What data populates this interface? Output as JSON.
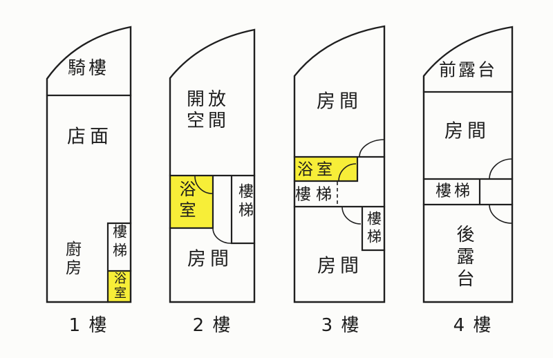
{
  "colors": {
    "background": "#fcfcfa",
    "wall": "#1f1f1f",
    "text": "#1c1c1c",
    "highlight": "#f7ee38"
  },
  "floors": [
    {
      "label": "1 樓",
      "rooms": {
        "arcade": "騎樓",
        "storefront": "店面",
        "kitchen": "廚房",
        "stairs": "樓梯",
        "bathroom": "浴室"
      }
    },
    {
      "label": "2 樓",
      "rooms": {
        "open_space": "開放空間",
        "bathroom": "浴室",
        "stairs": "樓梯",
        "bedroom": "房間"
      }
    },
    {
      "label": "3 樓",
      "rooms": {
        "bedroom_upper": "房間",
        "bathroom": "浴室",
        "stairs_upper": "樓梯",
        "stairs_lower": "樓梯",
        "bedroom_lower": "房間"
      }
    },
    {
      "label": "4 樓",
      "rooms": {
        "front_terrace": "前露台",
        "bedroom": "房間",
        "stairs": "樓梯",
        "rear_terrace": "後露台"
      }
    }
  ]
}
